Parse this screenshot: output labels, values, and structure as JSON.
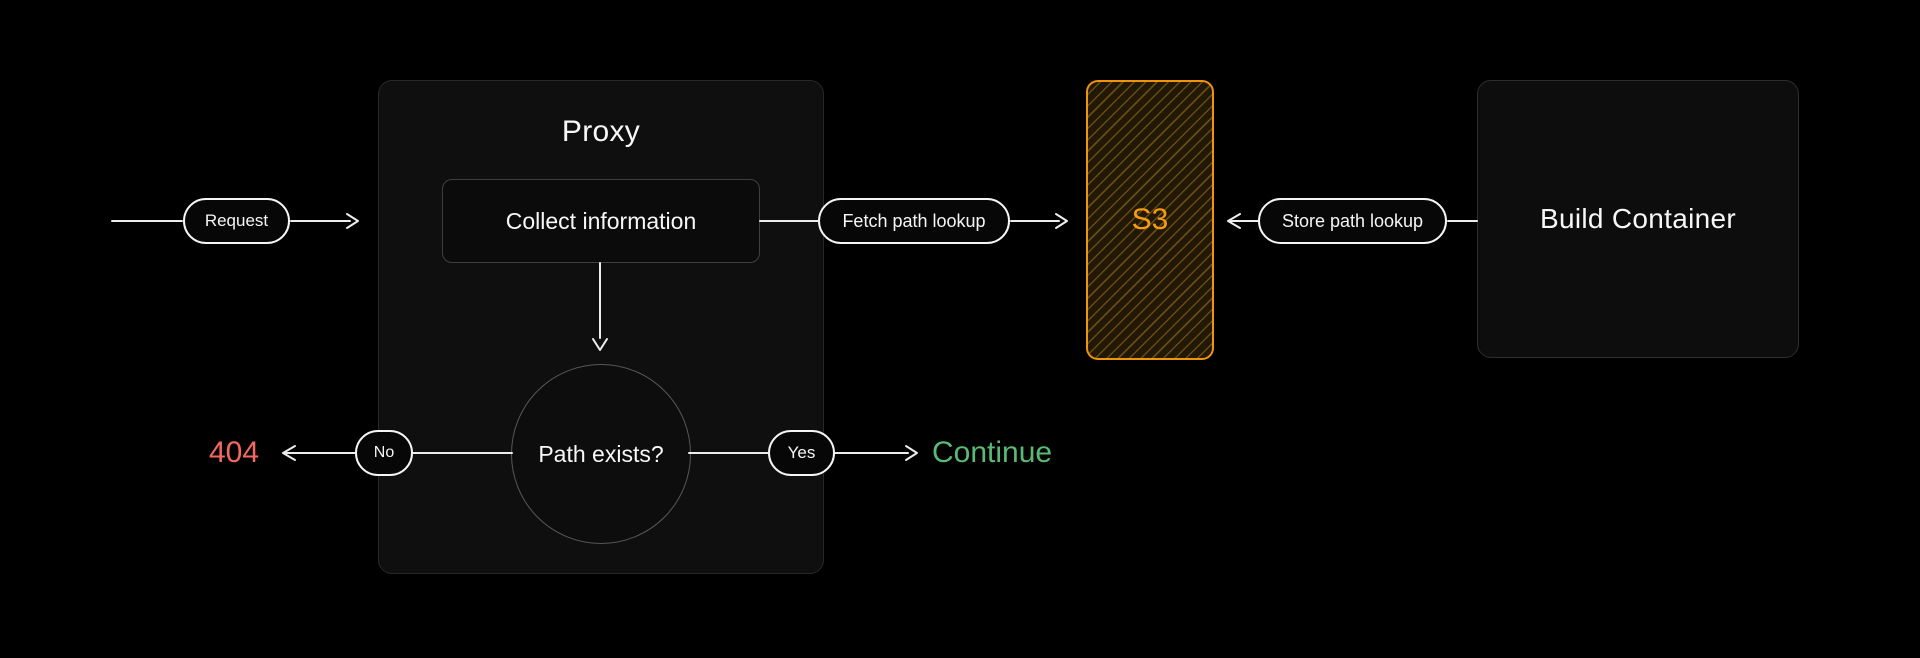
{
  "diagram": {
    "nodes": {
      "proxy": {
        "title": "Proxy"
      },
      "collect": {
        "label": "Collect information"
      },
      "decision": {
        "label": "Path exists?"
      },
      "s3": {
        "label": "S3"
      },
      "build": {
        "label": "Build Container"
      }
    },
    "pills": {
      "request": "Request",
      "fetch": "Fetch path lookup",
      "store": "Store path lookup",
      "no": "No",
      "yes": "Yes"
    },
    "outcomes": {
      "not_found": {
        "label": "404",
        "color": "#f3695f"
      },
      "continue": {
        "label": "Continue",
        "color": "#58ba76"
      }
    },
    "colors": {
      "background": "#000000",
      "node_fill": "#0f0f0f",
      "accent_orange": "#f59d0e",
      "s3_border": "#ef940b",
      "error": "#f3695f",
      "success": "#58ba76",
      "line": "#ededed"
    }
  }
}
